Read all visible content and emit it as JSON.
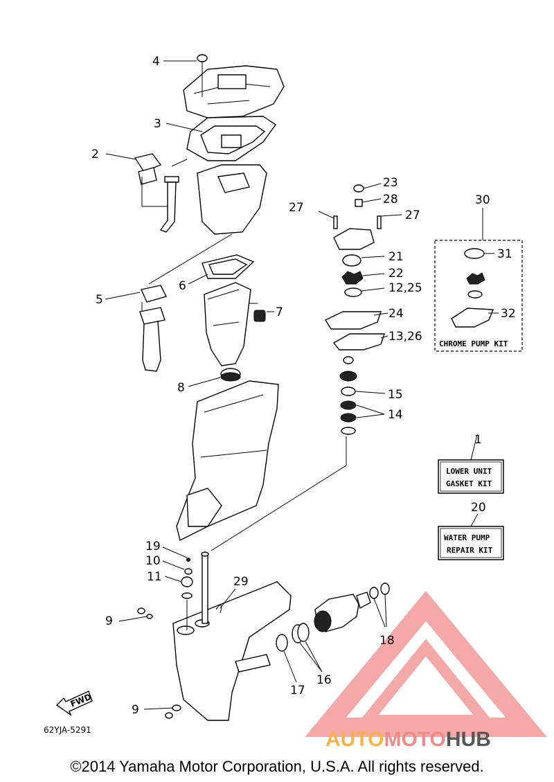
{
  "callouts": {
    "p1": "1",
    "p2": "2",
    "p3": "3",
    "p4": "4",
    "p5": "5",
    "p6": "6",
    "p7": "7",
    "p8": "8",
    "p9a": "9",
    "p9b": "9",
    "p10": "10",
    "p11": "11",
    "p12_25": "12,25",
    "p13_26": "13,26",
    "p14": "14",
    "p15": "15",
    "p16": "16",
    "p17": "17",
    "p18": "18",
    "p19": "19",
    "p20": "20",
    "p21": "21",
    "p22": "22",
    "p23": "23",
    "p24": "24",
    "p27a": "27",
    "p27b": "27",
    "p28": "28",
    "p29": "29",
    "p30": "30",
    "p31": "31",
    "p32": "32"
  },
  "kits": {
    "chrome_pump": "CHROME PUMP KIT",
    "lower_unit_line1": "LOWER UNIT",
    "lower_unit_line2": "GASKET KIT",
    "water_pump_line1": "WATER PUMP",
    "water_pump_line2": "REPAIR KIT"
  },
  "direction_label": "FWD",
  "diagram_code": "62YJA-5291",
  "watermark": {
    "part1": "AUTO",
    "part2": "MOTO",
    "part3": "HUB",
    "color1": "#f7b24a",
    "color2": "#f08a8a",
    "color3": "#555555",
    "logo_color": "#f28b8b"
  },
  "copyright": "©2014 Yamaha Motor Corporation, U.S.A. All rights reserved."
}
